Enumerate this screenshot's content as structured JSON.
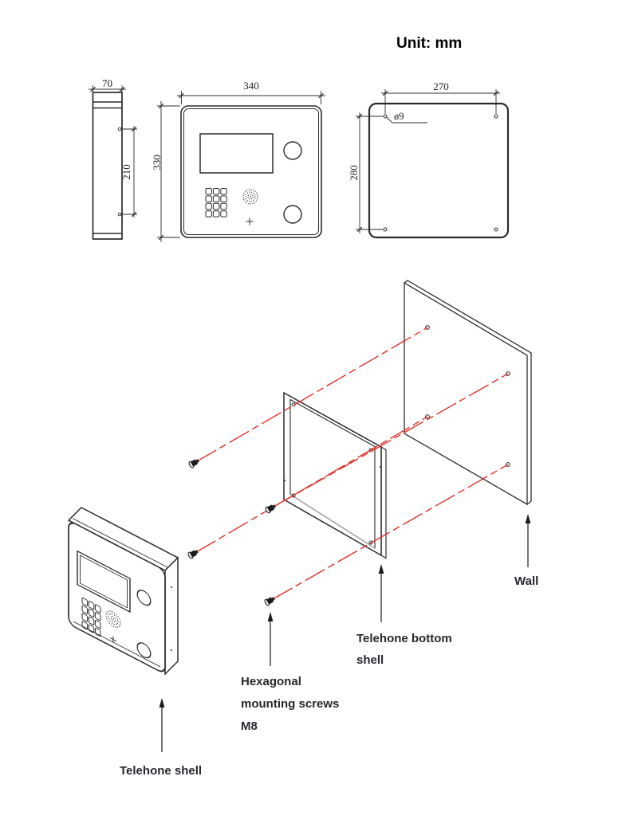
{
  "unit_label": "Unit: mm",
  "dimensions": {
    "side_width": "70",
    "side_hole_spacing": "210",
    "front_width": "340",
    "front_height": "330",
    "plate_hole_spacing_h": "270",
    "plate_hole_spacing_v": "280",
    "plate_hole_diameter": "ø9"
  },
  "part_labels": {
    "telephone_shell": "Telehone shell",
    "screws_line1": "Hexagonal",
    "screws_line2": "mounting screws",
    "screws_line3": "M8",
    "bottom_shell_line1": "Telehone bottom",
    "bottom_shell_line2": "shell",
    "wall": "Wall"
  },
  "colors": {
    "line": "#2b2b2b",
    "center_line_red": "#e03028",
    "label_text": "#26262e",
    "dimension_text": "#222222",
    "background": "#ffffff"
  }
}
